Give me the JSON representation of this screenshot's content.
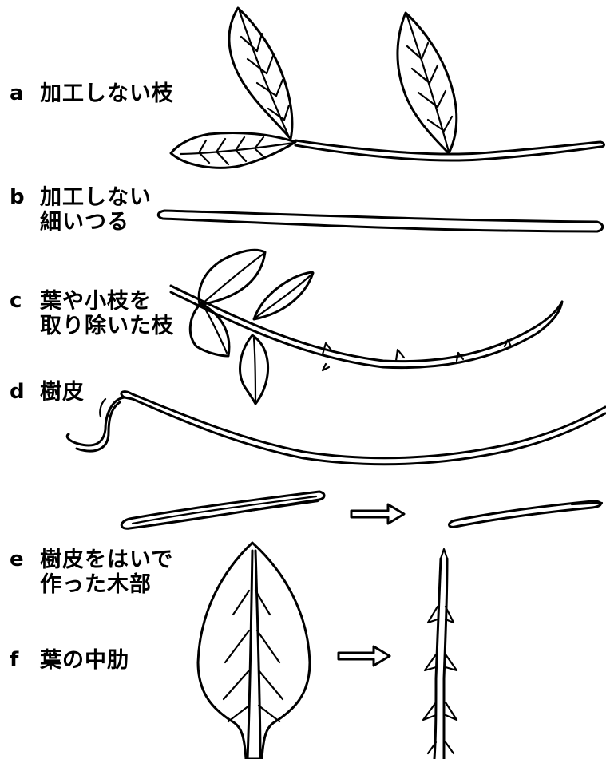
{
  "items": [
    {
      "letter": "a",
      "lines": [
        "加工しない枝"
      ]
    },
    {
      "letter": "b",
      "lines": [
        "加工しない",
        "細いつる"
      ]
    },
    {
      "letter": "c",
      "lines": [
        "葉や小枝を",
        "取り除いた枝"
      ]
    },
    {
      "letter": "d",
      "lines": [
        "樹皮"
      ]
    },
    {
      "letter": "e",
      "lines": [
        "樹皮をはいで",
        "作った木部"
      ]
    },
    {
      "letter": "f",
      "lines": [
        "葉の中肋"
      ]
    }
  ]
}
